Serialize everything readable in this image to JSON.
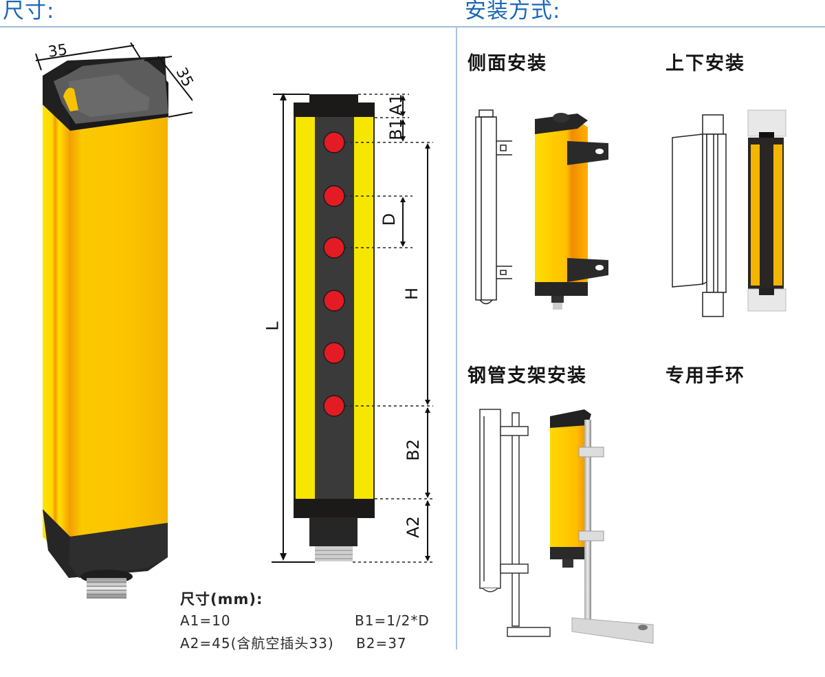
{
  "sections": {
    "dimensions": {
      "title": "尺寸:"
    },
    "installation": {
      "title": "安装方式:"
    }
  },
  "product_view": {
    "width_label": "35",
    "depth_label": "35"
  },
  "dimension_drawing": {
    "labels": {
      "L": "L",
      "H": "H",
      "D": "D",
      "A1": "A1",
      "B1": "B1",
      "B2": "B2",
      "A2": "A2"
    },
    "beam_count": 6
  },
  "specs": {
    "heading": "尺寸(mm):",
    "A1": "A1=10",
    "B1": "B1=1/2*D",
    "A2": "A2=45(含航空插头33)",
    "B2": "B2=37"
  },
  "install_methods": [
    {
      "label": "侧面安装"
    },
    {
      "label": "上下安装"
    },
    {
      "label": "钢管支架安装"
    },
    {
      "label": "专用手环"
    }
  ],
  "colors": {
    "title_blue": "#1a67b8",
    "divider_blue": "#a9c3e6",
    "housing_yellow": "#f7c600",
    "housing_orange": "#f2a100",
    "cap_black": "#262626",
    "emitter_red": "#e31b23"
  }
}
